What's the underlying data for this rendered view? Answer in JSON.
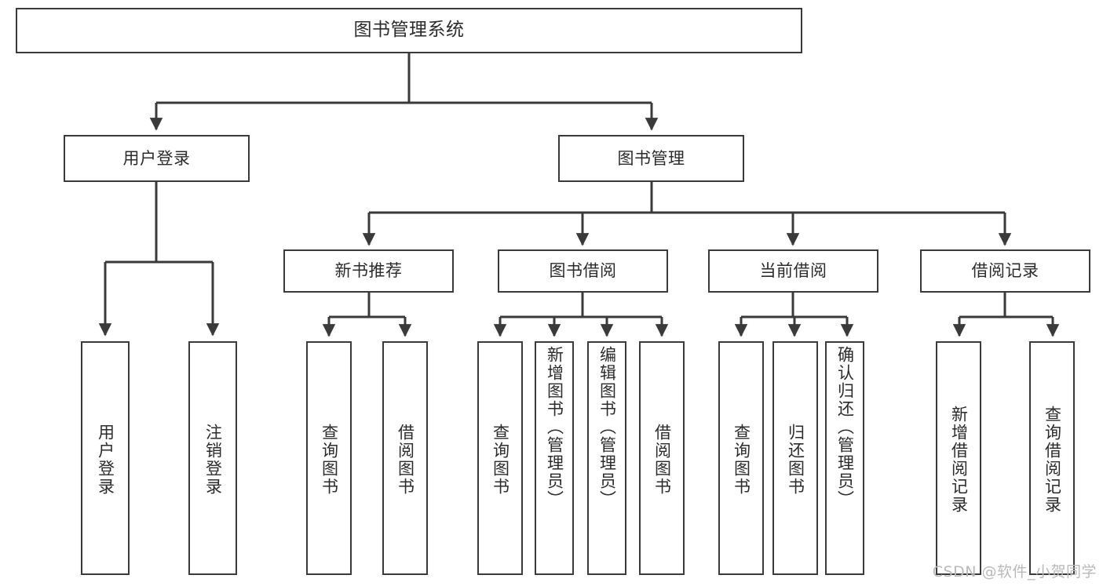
{
  "diagram": {
    "type": "tree",
    "title": "图书管理系统",
    "watermark": "CSDN @软件_小贺同学",
    "colors": {
      "background": "#ffffff",
      "border": "#3a3a3a",
      "text": "#2b2b2b",
      "connector": "#3a3a3a",
      "watermark": "#b9b9b9"
    },
    "root": {
      "label": "图书管理系统"
    },
    "level1": [
      {
        "label": "用户登录"
      },
      {
        "label": "图书管理"
      }
    ],
    "level2": [
      {
        "label": "新书推荐"
      },
      {
        "label": "图书借阅"
      },
      {
        "label": "当前借阅"
      },
      {
        "label": "借阅记录"
      }
    ],
    "leaves": {
      "user_login": [
        {
          "label": "用户登录"
        },
        {
          "label": "注销登录"
        }
      ],
      "new_book_recommend": [
        {
          "label": "查询图书"
        },
        {
          "label": "借阅图书"
        }
      ],
      "book_borrow": [
        {
          "label": "查询图书"
        },
        {
          "label": "新增图书（管理员）"
        },
        {
          "label": "编辑图书（管理员）"
        },
        {
          "label": "借阅图书"
        }
      ],
      "current_borrow": [
        {
          "label": "查询图书"
        },
        {
          "label": "归还图书"
        },
        {
          "label": "确认归还（管理员）"
        }
      ],
      "borrow_record": [
        {
          "label": "新增借阅记录"
        },
        {
          "label": "查询借阅记录"
        }
      ]
    }
  }
}
